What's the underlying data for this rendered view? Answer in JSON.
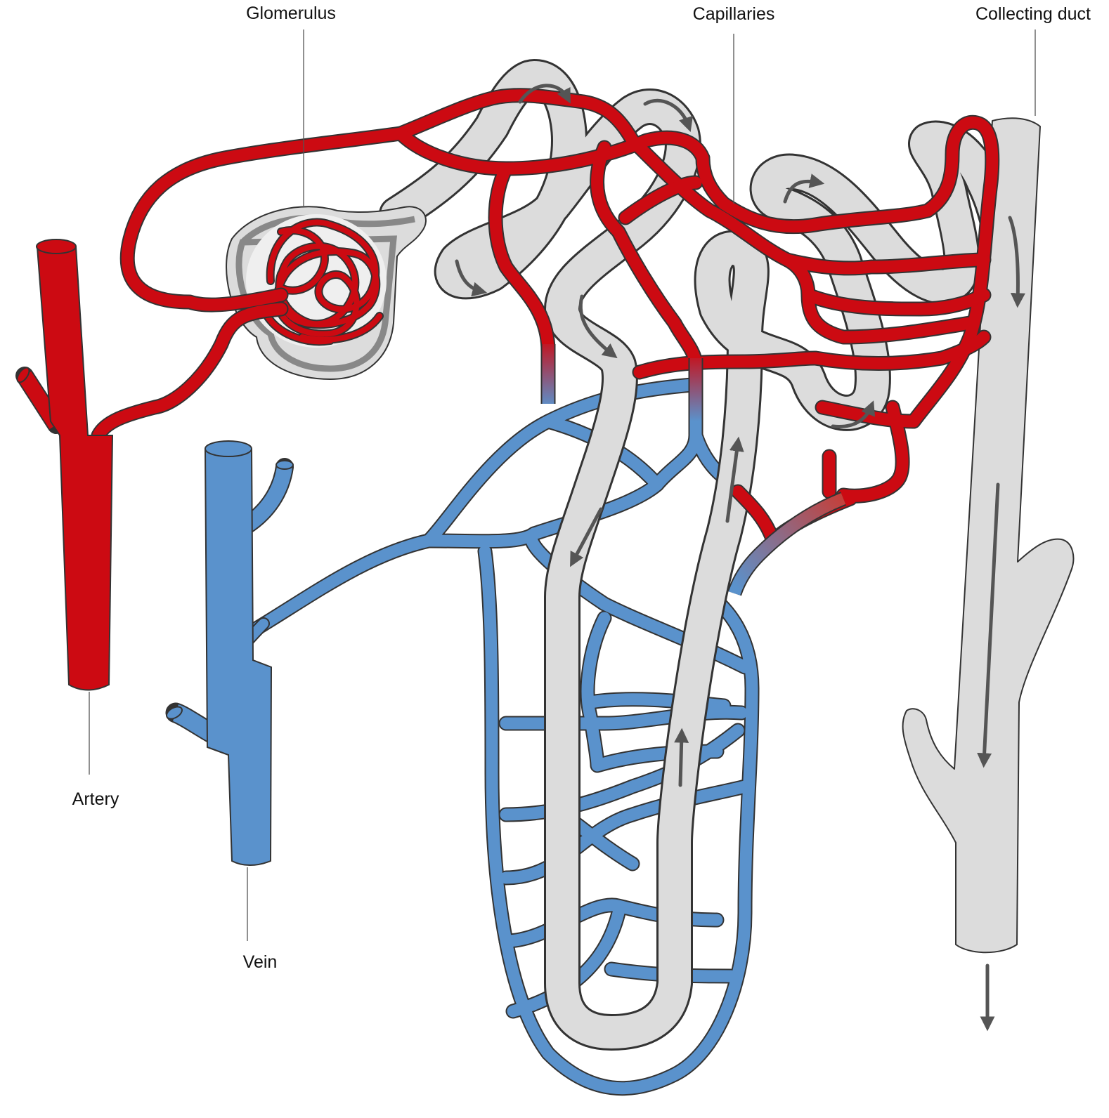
{
  "labels": {
    "glomerulus": "Glomerulus",
    "capillaries": "Capillaries",
    "collecting_duct": "Collecting duct",
    "artery": "Artery",
    "vein": "Vein"
  },
  "colors": {
    "artery": "#cc0a12",
    "vein": "#5a92cc",
    "tubule": "#dcdcdc",
    "outline": "#333333",
    "flow_arrow": "#555555"
  }
}
